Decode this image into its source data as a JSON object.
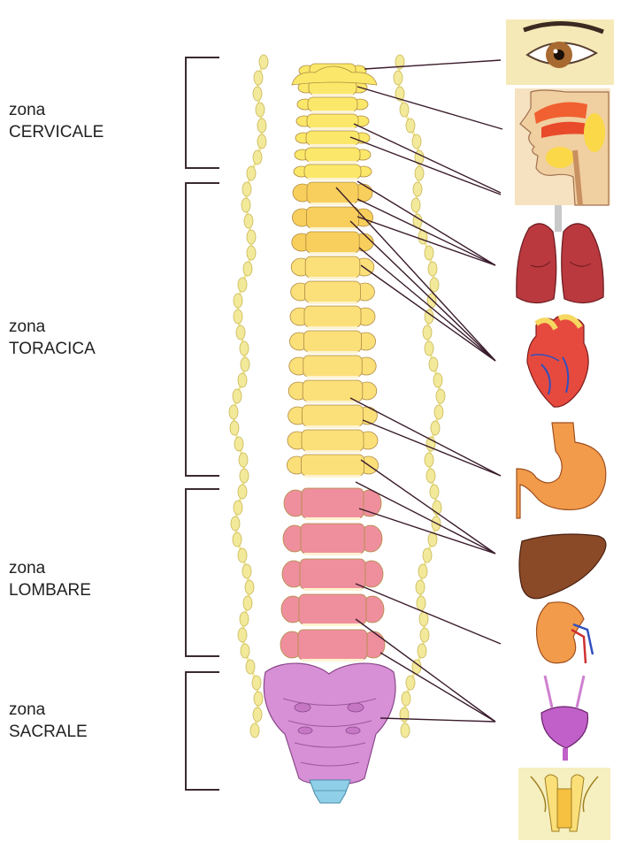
{
  "zones": [
    {
      "id": "cervicale",
      "line1": "zona",
      "line2": "CERVICALE"
    },
    {
      "id": "toracica",
      "line1": "zona",
      "line2": "TORACICA"
    },
    {
      "id": "lombare",
      "line1": "zona",
      "line2": "LOMBARE"
    },
    {
      "id": "sacrale",
      "line1": "zona",
      "line2": "SACRALE"
    }
  ],
  "colors": {
    "cervical": "#fbe86a",
    "thoracic_top": "#f8cf5c",
    "thoracic": "#fbe07a",
    "lumbar": "#ef8f9e",
    "sacral": "#d78fd6",
    "coccyx": "#8fd0e8",
    "nerve_chain": "#f3e99a",
    "bracket": "#3a2a30",
    "nerve_line": "#3a1c2c"
  },
  "organs": [
    "eye-icon",
    "head-icon",
    "lungs-icon",
    "heart-icon",
    "stomach-icon",
    "liver-icon",
    "kidney-icon",
    "bladder-icon",
    "reproductive-organs-icon"
  ]
}
